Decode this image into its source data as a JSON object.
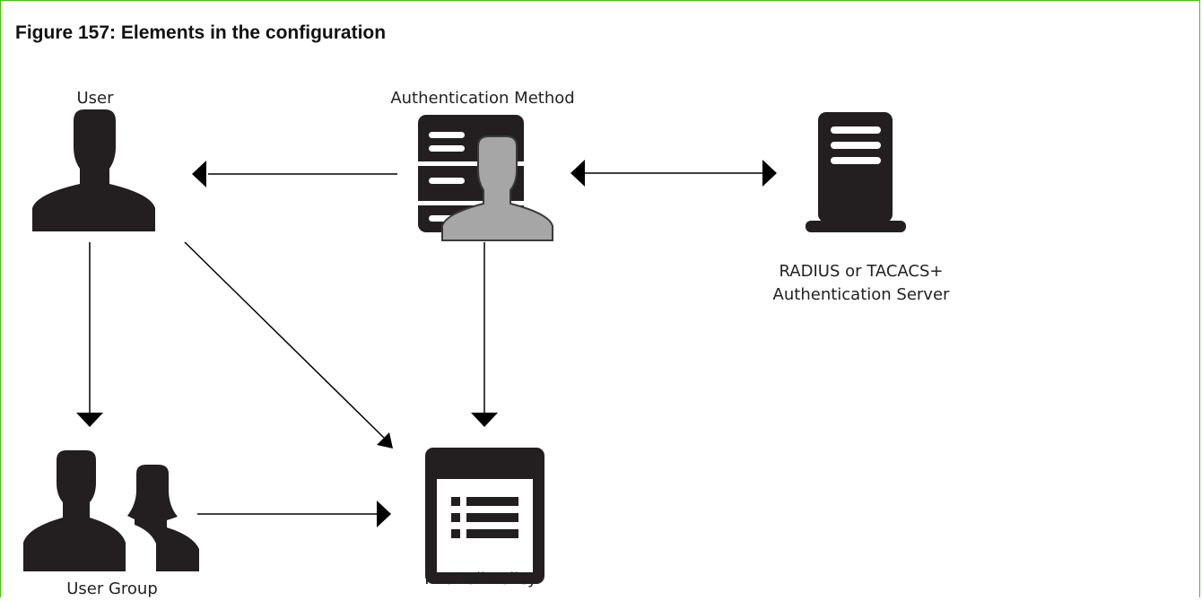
{
  "figure": {
    "title": "Figure 157: Elements in the configuration"
  },
  "nodes": {
    "user": {
      "label": "User",
      "icon": "user-icon"
    },
    "auth_method": {
      "label": "Authentication Method",
      "icon": "auth-method-icon"
    },
    "auth_server": {
      "label_line1": "RADIUS or TACACS+",
      "label_line2": "Authentication Server",
      "icon": "server-icon"
    },
    "user_group": {
      "label": "User Group",
      "icon": "user-group-icon"
    },
    "firewall_policy": {
      "label": "Firewall Policy",
      "icon": "firewall-policy-icon"
    }
  },
  "edges": [
    {
      "from": "Authentication Method",
      "to": "User"
    },
    {
      "from": "Authentication Method",
      "to": "RADIUS or TACACS+ Authentication Server",
      "bidirectional": true
    },
    {
      "from": "User",
      "to": "User Group"
    },
    {
      "from": "User",
      "to": "Firewall Policy"
    },
    {
      "from": "Authentication Method",
      "to": "Firewall Policy"
    },
    {
      "from": "User Group",
      "to": "Firewall Policy"
    }
  ],
  "colors": {
    "frame": "#4cbb17",
    "icon": "#231f20",
    "icon_secondary": "#a6a6a6",
    "line": "#000000"
  }
}
